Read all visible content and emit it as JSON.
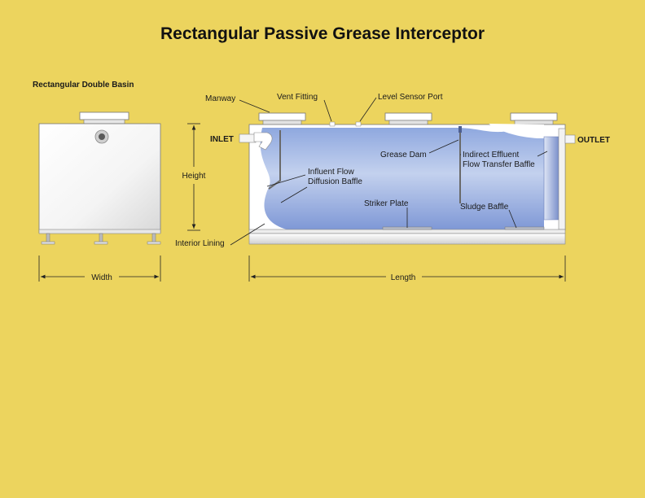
{
  "title": "Rectangular Passive Grease Interceptor",
  "side_view": {
    "label": "Rectangular Double Basin",
    "height_label": "Height",
    "width_label": "Width"
  },
  "main_view": {
    "manway": "Manway",
    "vent_fitting": "Vent Fitting",
    "level_sensor_port": "Level Sensor Port",
    "inlet": "INLET",
    "outlet": "OUTLET",
    "grease_dam": "Grease Dam",
    "indirect_effluent_1": "Indirect Effluent",
    "indirect_effluent_2": "Flow Transfer Baffle",
    "influent_flow_1": "Influent Flow",
    "influent_flow_2": "Diffusion Baffle",
    "striker_plate": "Striker Plate",
    "sludge_baffle": "Sludge Baffle",
    "interior_lining": "Interior Lining",
    "length_label": "Length"
  },
  "colors": {
    "background": "#ecd45e",
    "tank_white": "#ffffff",
    "water_blue": "#a9bde6",
    "outline": "#555555"
  }
}
